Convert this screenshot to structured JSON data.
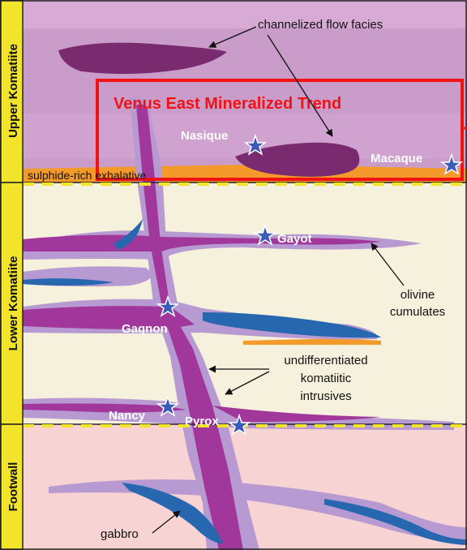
{
  "zones": {
    "upper": "Upper Komatiite",
    "lower": "Lower Komatiite",
    "footwall": "Footwall"
  },
  "labels": {
    "channelized": "channelized flow facies",
    "trend": "Venus East Mineralized Trend",
    "sulphide": "sulphide-rich exhalative",
    "olivine_1": "olivine",
    "olivine_2": "cumulates",
    "undiff_1": "undifferentiated",
    "undiff_2": "komatiitic",
    "undiff_3": "intrusives",
    "gabbro": "gabbro"
  },
  "prospects": {
    "nasique": "Nasique",
    "macaque": "Macaque",
    "gayot": "Gayot",
    "gagnon": "Gagnon",
    "nancy": "Nancy",
    "pyrox": "Pyrox"
  },
  "colors": {
    "upper_bg": "#c99cc9",
    "lower_bg": "#f6f1dc",
    "footwall_bg": "#f7d3d3",
    "zone_bar": "#f2e32b",
    "intrusive_light": "#b89ad2",
    "intrusive_dark": "#a1379b",
    "flow_dark": "#7a2a6e",
    "gabbro_blue": "#2767b0",
    "exhalative": "#f39a2a",
    "trend_red": "#f21212",
    "star": "#3b5bb8"
  }
}
